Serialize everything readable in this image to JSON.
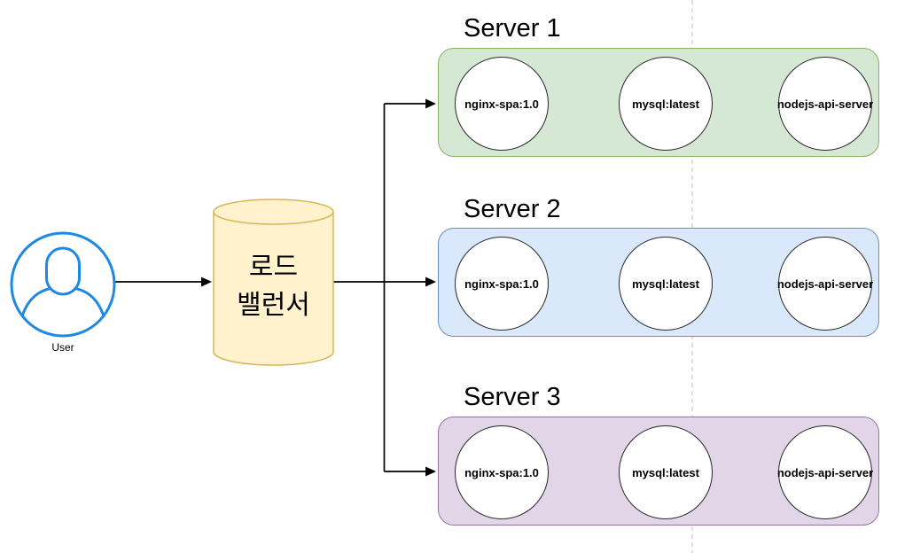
{
  "diagram": {
    "user": {
      "label": "User"
    },
    "load_balancer": {
      "label_line1": "로드",
      "label_line2": "밸런서"
    },
    "servers": [
      {
        "title": "Server 1",
        "containers": [
          "nginx-spa:1.0",
          "mysql:latest",
          "nodejs-api-server"
        ],
        "fill": "#D5E8D4",
        "stroke": "#82B366"
      },
      {
        "title": "Server 2",
        "containers": [
          "nginx-spa:1.0",
          "mysql:latest",
          "nodejs-api-server"
        ],
        "fill": "#DAE8FC",
        "stroke": "#6C8EBF"
      },
      {
        "title": "Server 3",
        "containers": [
          "nginx-spa:1.0",
          "mysql:latest",
          "nodejs-api-server"
        ],
        "fill": "#E1D5E7",
        "stroke": "#9673A6"
      }
    ],
    "colors": {
      "background": "#FFFFFF",
      "load_balancer_fill": "#FFF2CC",
      "load_balancer_stroke": "#D6B656",
      "user_icon_stroke": "#1E88E5",
      "node_circle_fill": "#FFFFFF",
      "node_circle_stroke": "#262626",
      "arrow": "#000000",
      "dashed_guide_line": "#BFBFBF"
    }
  }
}
